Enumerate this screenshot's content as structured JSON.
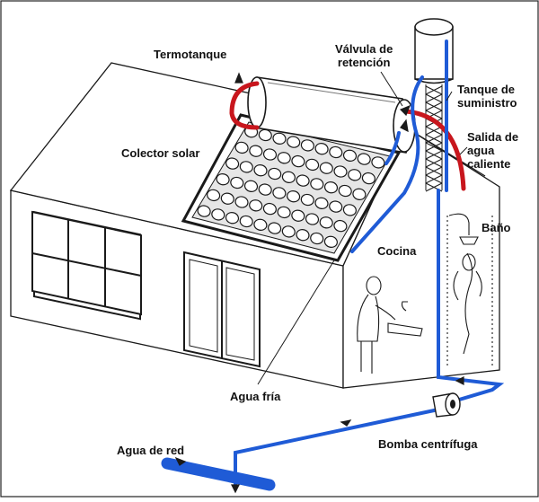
{
  "labels": {
    "termotanque": "Termotanque",
    "valvula": "Válvula de\nretención",
    "tanque": "Tanque de\nsuministro",
    "colector": "Colector solar",
    "salida": "Salida de\nagua\ncaliente",
    "bano": "Baño",
    "cocina": "Cocina",
    "agua_fria": "Agua fría",
    "agua_red": "Agua de red",
    "bomba": "Bomba centrífuga"
  },
  "colors": {
    "cold_water": "#1f5bd6",
    "hot_water": "#c8161d",
    "ink": "#1a1a1a"
  }
}
